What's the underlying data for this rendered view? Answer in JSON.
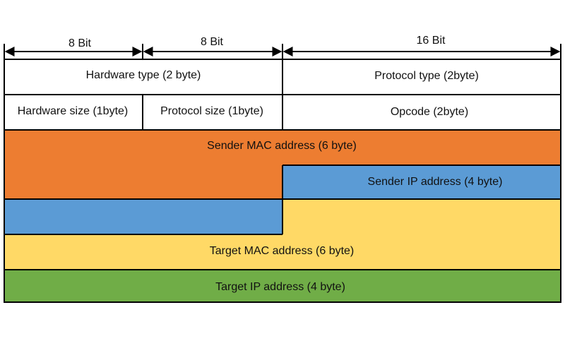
{
  "header": {
    "col1_bits": "8 Bit",
    "col2_bits": "8 Bit",
    "col3_bits": "16 Bit"
  },
  "fields": {
    "hardware_type": "Hardware type (2 byte)",
    "protocol_type": "Protocol type (2byte)",
    "hardware_size": "Hardware size (1byte)",
    "protocol_size": "Protocol size (1byte)",
    "opcode": "Opcode (2byte)",
    "sender_mac": "Sender MAC address (6 byte)",
    "sender_ip": "Sender IP address (4 byte)",
    "target_mac": "Target MAC address (6 byte)",
    "target_ip": "Target IP address (4 byte)"
  },
  "colors": {
    "sender_mac": "#ed7d31",
    "sender_ip": "#5b9bd5",
    "target_mac": "#ffd966",
    "target_ip": "#70ad47",
    "line": "#000000",
    "header_bg": "#ffffff"
  }
}
